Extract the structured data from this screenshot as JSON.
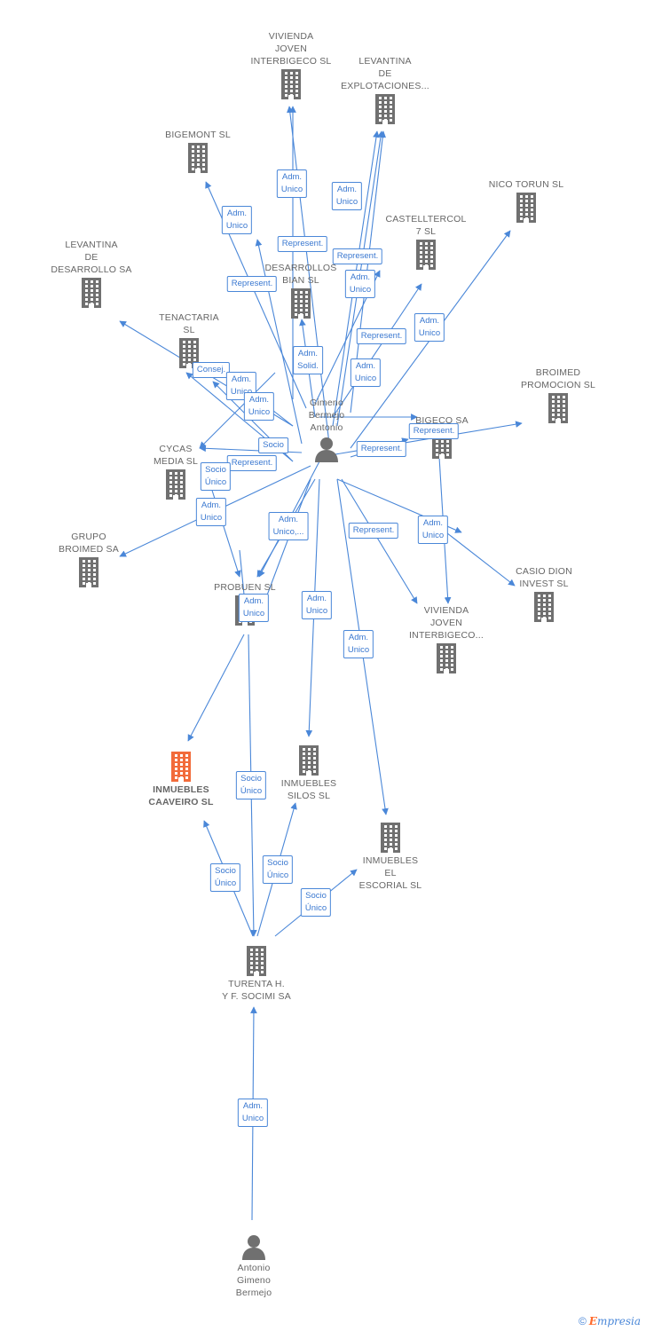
{
  "colors": {
    "edge": "#4a87d8",
    "building": "#707070",
    "building_highlight": "#f26b3a",
    "person": "#707070"
  },
  "nodes": [
    {
      "id": "vivienda_joven_top",
      "type": "company",
      "label": "VIVIENDA\nJOVEN\nINTERBIGECO SL"
    },
    {
      "id": "levantina_explot",
      "type": "company",
      "label": "LEVANTINA\nDE\nEXPLOTACIONES..."
    },
    {
      "id": "bigemont",
      "type": "company",
      "label": "BIGEMONT  SL"
    },
    {
      "id": "nico_torun",
      "type": "company",
      "label": "NICO TORUN SL"
    },
    {
      "id": "castelltercol",
      "type": "company",
      "label": "CASTELLTERCOL\n7 SL"
    },
    {
      "id": "levantina_desarrollo",
      "type": "company",
      "label": "LEVANTINA\nDE\nDESARROLLO SA"
    },
    {
      "id": "desarrollos_bian",
      "type": "company",
      "label": "DESARROLLOS\nBIAN SL"
    },
    {
      "id": "tenactaria",
      "type": "company",
      "label": "TENACTARIA\nSL"
    },
    {
      "id": "broimed_promocion",
      "type": "company",
      "label": "BROIMED\nPROMOCION SL"
    },
    {
      "id": "gimeno_bermejo",
      "type": "person",
      "label": "Gimeno\nBermejo\nAntonio"
    },
    {
      "id": "bigeco",
      "type": "company",
      "label": "BIGECO SA"
    },
    {
      "id": "cycas_media",
      "type": "company",
      "label": "CYCAS\nMEDIA  SL"
    },
    {
      "id": "grupo_broimed",
      "type": "company",
      "label": "GRUPO\nBROIMED SA"
    },
    {
      "id": "casio_dion",
      "type": "company",
      "label": "CASIO DION\nINVEST SL"
    },
    {
      "id": "probuen",
      "type": "company",
      "label": "PROBUEN SL"
    },
    {
      "id": "vivienda_joven_bottom",
      "type": "company",
      "label": "VIVIENDA\nJOVEN\nINTERBIGECO..."
    },
    {
      "id": "inmuebles_caaveiro",
      "type": "company",
      "label": "INMUEBLES\nCAAVEIRO  SL",
      "highlight": true
    },
    {
      "id": "inmuebles_silos",
      "type": "company",
      "label": "INMUEBLES\nSILOS  SL"
    },
    {
      "id": "inmuebles_escorial",
      "type": "company",
      "label": "INMUEBLES\nEL\nESCORIAL  SL"
    },
    {
      "id": "turenta",
      "type": "company",
      "label": "TURENTA H.\nY F. SOCIMI SA"
    },
    {
      "id": "antonio_gimeno",
      "type": "person",
      "label": "Antonio\nGimeno\nBermejo"
    }
  ],
  "edge_labels": [
    "Adm.\nUnico",
    "Adm.\nUnico",
    "Adm.\nUnico",
    "Represent.",
    "Represent.",
    "Represent.",
    "Adm.\nUnico",
    "Adm.\nUnico",
    "Represent.",
    "Adm.\nSolid.",
    "Adm.\nUnico",
    "Consej.",
    "Adm.\nUnico",
    "Adm.\nUnico",
    "Socio",
    "Represent.",
    "Represent.",
    "Represent.",
    "Socio\nÚnico",
    "Adm.\nUnico",
    "Adm.\nUnico,...",
    "Represent.",
    "Adm.\nUnico",
    "Adm.\nUnico",
    "Adm.\nUnico",
    "Adm.\nUnico",
    "Socio\nÚnico",
    "Socio\nÚnico",
    "Socio\nÚnico",
    "Socio\nÚnico",
    "Adm.\nUnico"
  ],
  "footer": {
    "copyright": "©",
    "brand_initial": "E",
    "brand_rest": "mpresia"
  }
}
